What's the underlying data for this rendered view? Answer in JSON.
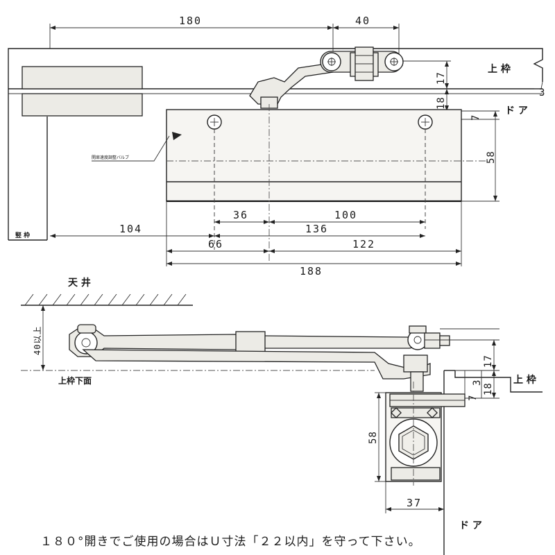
{
  "top_view": {
    "dims": {
      "d180": "180",
      "d40": "40",
      "d17": "17",
      "d18": "18",
      "d7": "7",
      "d3": "3",
      "d58": "58",
      "d36": "36",
      "d100": "100",
      "d104": "104",
      "d136": "136",
      "d66": "66",
      "d122": "122",
      "d188": "188"
    },
    "labels": {
      "upper_frame": "上 枠",
      "door": "ド ア",
      "vertical_frame": "竪 枠",
      "valve_label": "開扉速度調整バルブ"
    }
  },
  "side_view": {
    "dims": {
      "d40": "40以上",
      "d17": "17",
      "d18": "18",
      "d3": "3",
      "d7": "7",
      "d58": "58",
      "d37": "37"
    },
    "labels": {
      "ceiling": "天 井",
      "frame_bottom": "上枠下面",
      "upper_frame": "上 枠",
      "door": "ド ア"
    }
  },
  "note": "１８０°開きでご使用の場合はＵ寸法「２２以内」を守って下さい。"
}
